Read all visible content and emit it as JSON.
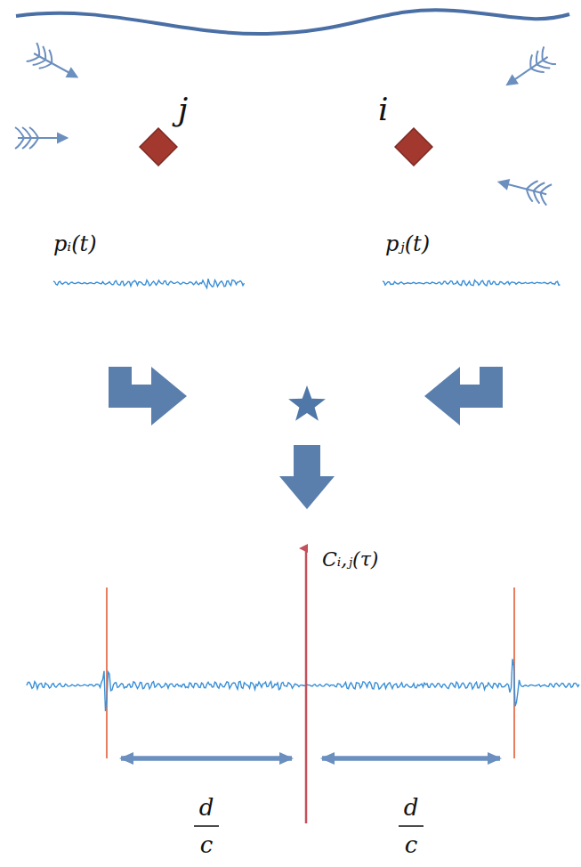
{
  "diagram": {
    "nodes": [
      {
        "text": [
          "j"
        ]
      },
      {
        "text": [
          "i"
        ]
      }
    ],
    "labels": [
      "pᵢ(t)",
      "pⱼ(t)",
      "Cᵢ,ⱼ(τ)",
      "d",
      "c",
      "d",
      "c"
    ]
  }
}
